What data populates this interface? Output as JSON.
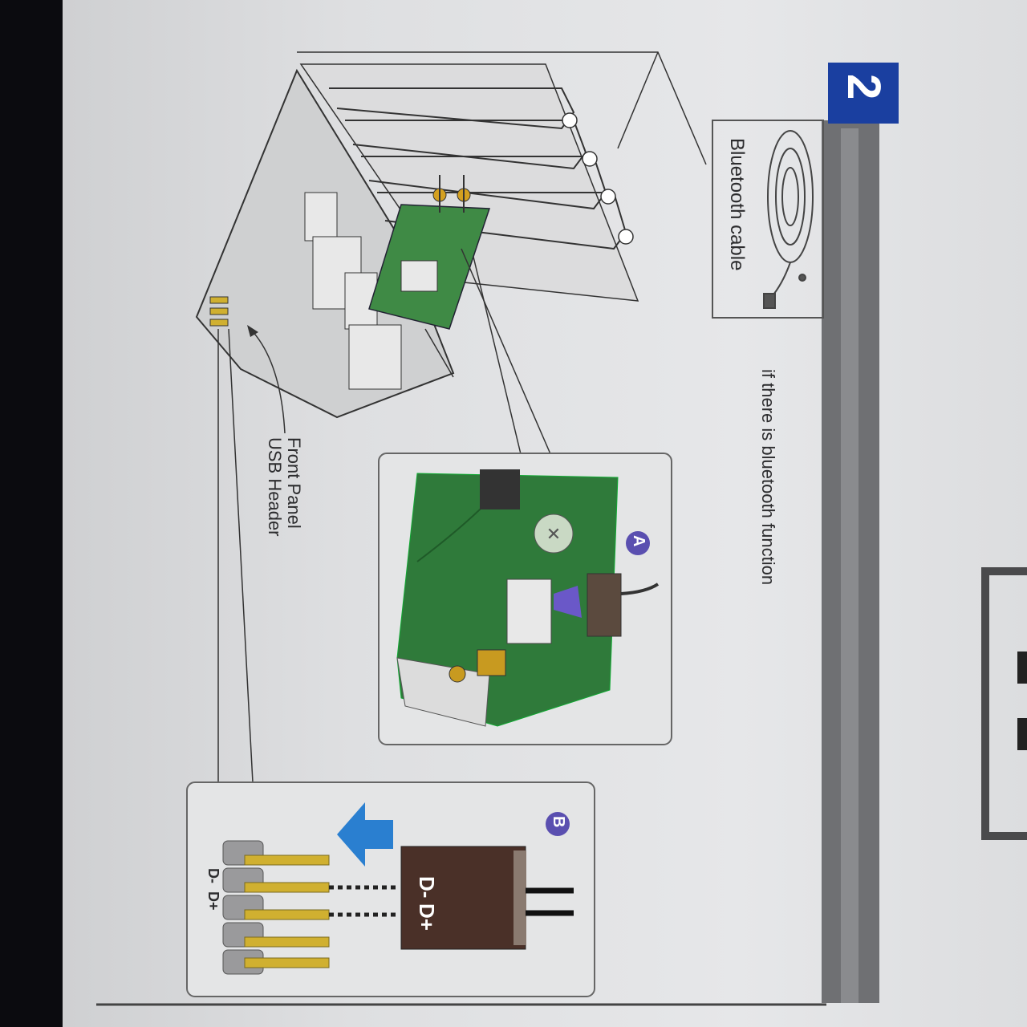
{
  "step": {
    "number": "2",
    "color": "#1a3fa0"
  },
  "bluetooth_box": {
    "label": "Bluetooth  cable"
  },
  "note": {
    "text": "if there is bluetooth function"
  },
  "header_callout": {
    "line1": "Front Panel",
    "line2": "USB Header"
  },
  "detail_a": {
    "badge": "A"
  },
  "detail_b": {
    "badge": "B",
    "connector_pin1": "D-",
    "connector_pin2": "D+",
    "header_pins": "D-  D+"
  },
  "colors": {
    "pcb_green": "#2f7a3a",
    "arrow_blue": "#2a7fd0",
    "arrow_purple": "#6a58c8",
    "connector_brown": "#4a3028",
    "gold": "#c8a020"
  },
  "icons": [
    "step-number-badge",
    "bluetooth-cable-icon",
    "pc-case-illustration",
    "wifi-card-icon",
    "arrow-icon"
  ]
}
